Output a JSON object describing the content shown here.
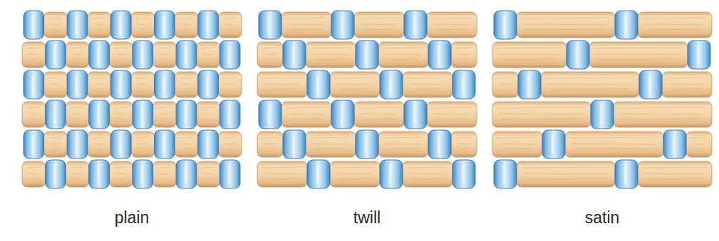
{
  "diagram": {
    "labels": [
      "plain",
      "twill",
      "satin"
    ]
  }
}
